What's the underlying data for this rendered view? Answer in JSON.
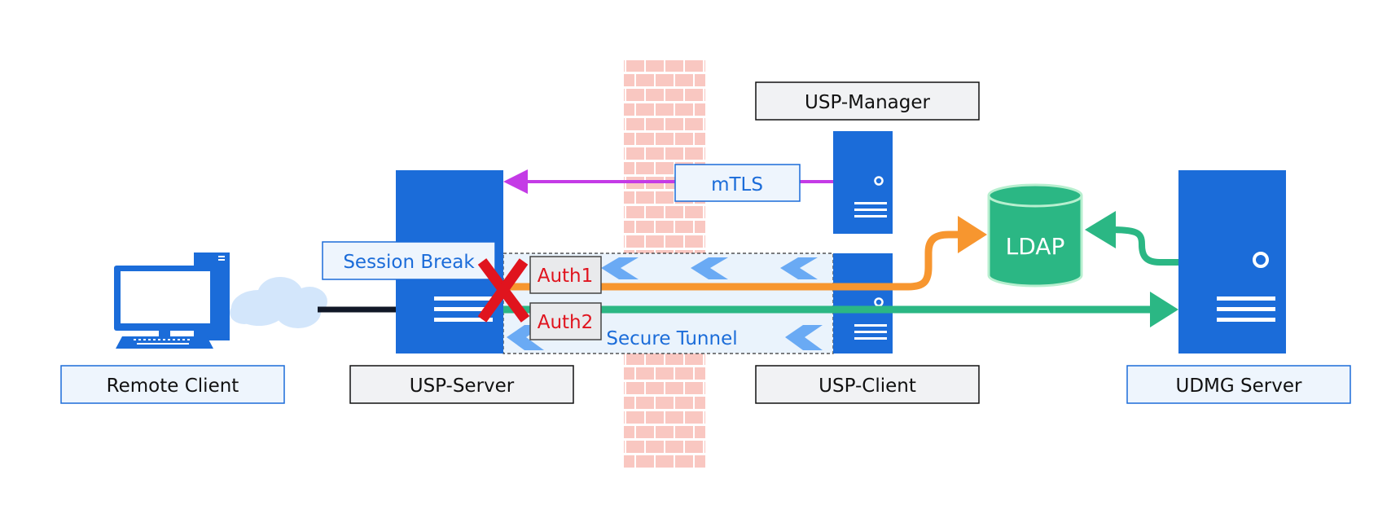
{
  "labels": {
    "remote_client": "Remote Client",
    "usp_server": "USP-Server",
    "usp_client": "USP-Client",
    "usp_manager": "USP-Manager",
    "udmg_server": "UDMG Server",
    "mtls": "mTLS",
    "session_break": "Session Break",
    "auth1": "Auth1",
    "auth2": "Auth2",
    "secure_tunnel": "Secure Tunnel",
    "ldap": "LDAP"
  },
  "colors": {
    "server_blue": "#1b6cd9",
    "label_light_bg": "#eef5fd",
    "label_gray_bg": "#f1f2f4",
    "label_blue_text": "#1b6cd9",
    "auth_red": "#e0141e",
    "purple_arrow": "#c43be6",
    "orange_arrow": "#f7962f",
    "green_arrow": "#2bb784",
    "ldap_green": "#2bb784",
    "firewall_brick": "#f9c7c1",
    "tunnel_bg": "#eaf3fc",
    "chevron_blue": "#6aaaf4",
    "cloud_blue": "#d3e6fb"
  },
  "icons": [
    "desktop-computer-icon",
    "cloud-icon",
    "server-icon",
    "database-icon",
    "firewall-icon",
    "x-mark-icon"
  ]
}
